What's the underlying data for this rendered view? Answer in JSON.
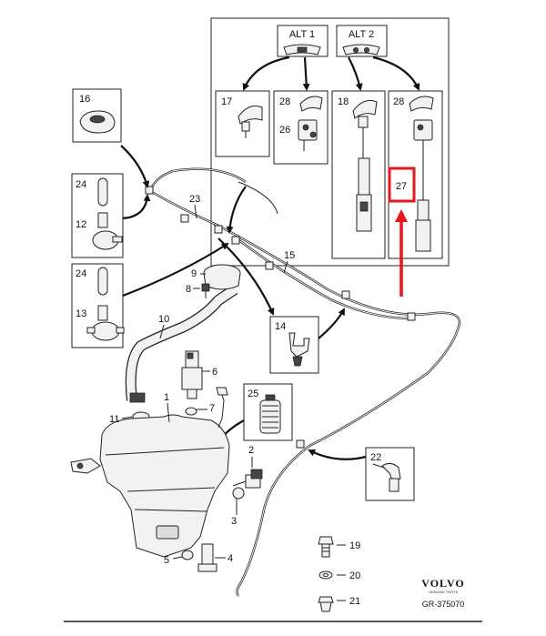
{
  "callouts": {
    "alt1": "ALT 1",
    "alt2": "ALT 2",
    "p1": "1",
    "p2": "2",
    "p3": "3",
    "p4": "4",
    "p5": "5",
    "p6": "6",
    "p7": "7",
    "p8": "8",
    "p9": "9",
    "p10": "10",
    "p11": "11",
    "p12": "12",
    "p13": "13",
    "p14": "14",
    "p15": "15",
    "p16": "16",
    "p17": "17",
    "p18": "18",
    "p19": "19",
    "p20": "20",
    "p21": "21",
    "p22": "22",
    "p23": "23",
    "p24a": "24",
    "p24b": "24",
    "p25": "25",
    "p26": "26",
    "p27": "27",
    "p28a": "28",
    "p28b": "28"
  },
  "brand": {
    "logo": "VOLVO",
    "logo_sub": "GENUINE PARTS",
    "code": "GR-375070"
  },
  "highlight": {
    "color": "#e8161c",
    "part": "27"
  }
}
